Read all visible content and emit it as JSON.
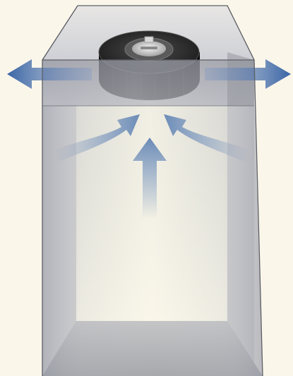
{
  "colors": {
    "background": "#faf6ea",
    "enclosure_edge": "#5d5f66",
    "enclosure_glass": "#c9cbd2",
    "fan_body": "#141414",
    "fan_top": "#3a3a3a",
    "airflow_arrow": "#3f6aa8"
  },
  "diagram": {
    "subject": "fan-in-enclosure",
    "airflow": {
      "intake_arrows": [
        "left-curved",
        "center-straight",
        "right-curved"
      ],
      "exhaust_arrows": [
        "left",
        "right"
      ]
    }
  }
}
